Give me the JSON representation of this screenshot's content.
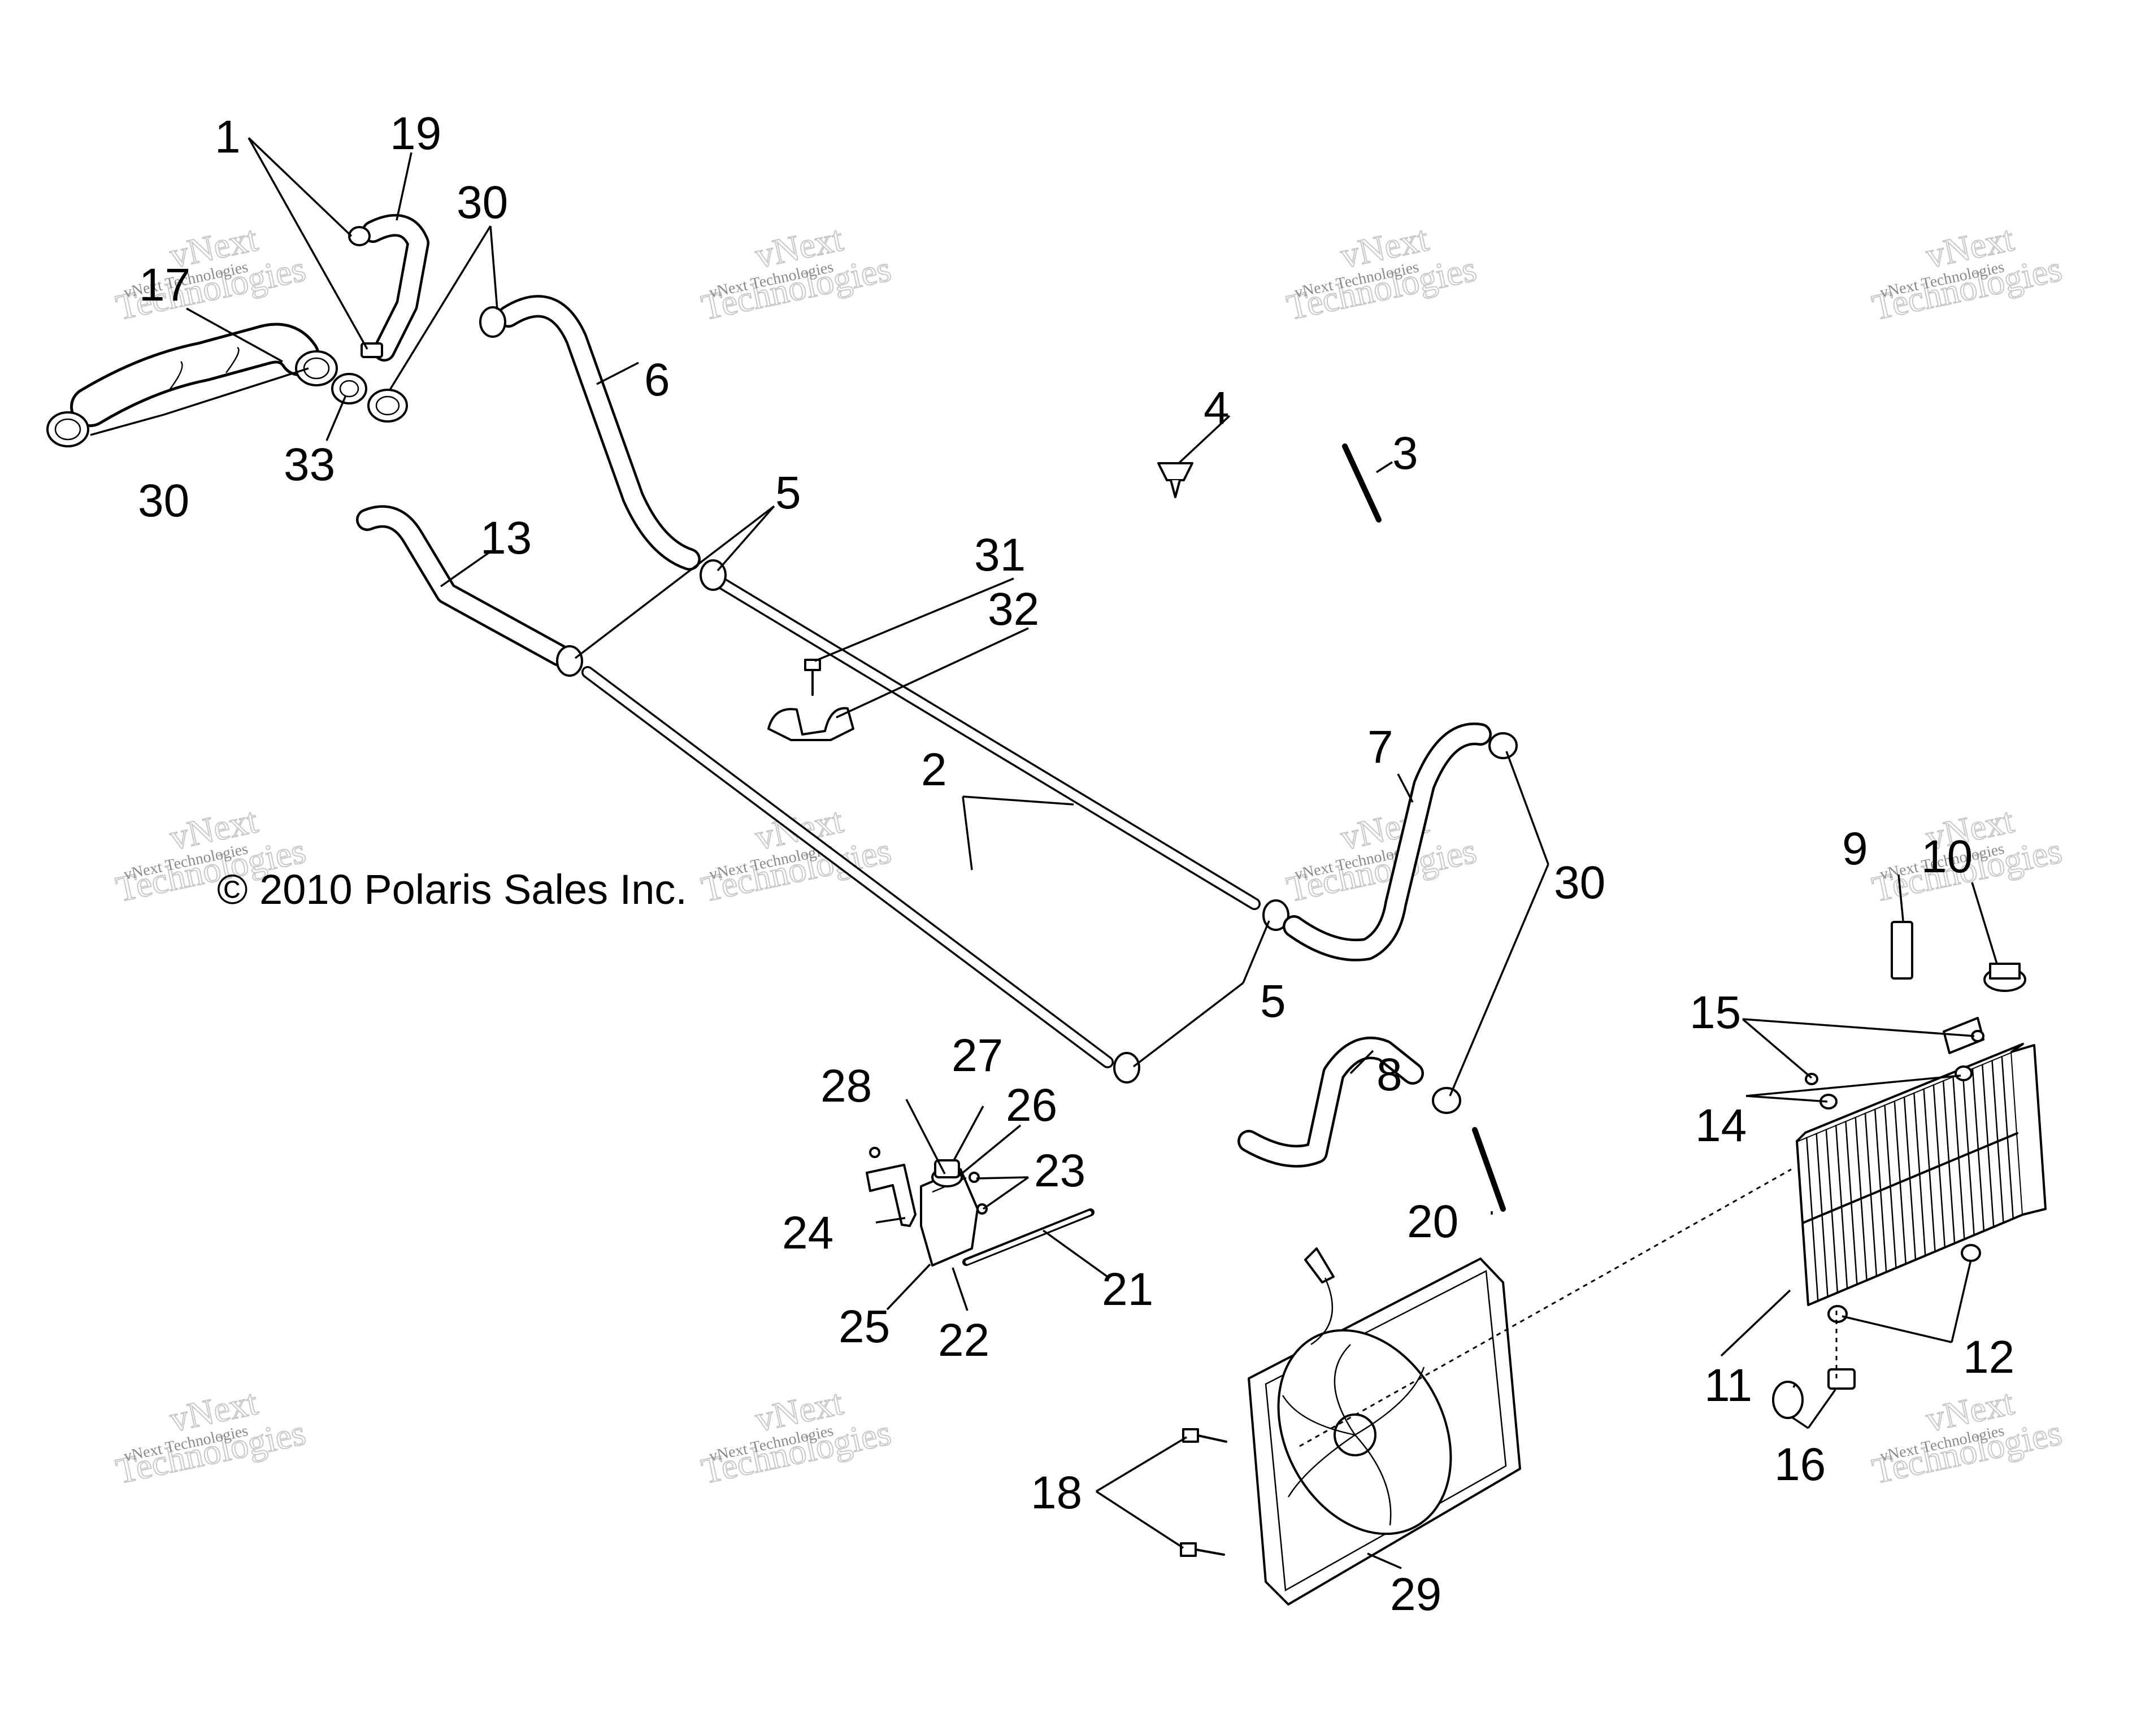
{
  "copyright": "© 2010 Polaris Sales Inc.",
  "watermark": {
    "line1": "vNext",
    "line2": "Technologies",
    "small": "vNext Technologies"
  },
  "callouts": [
    "1",
    "2",
    "3",
    "4",
    "5",
    "5",
    "6",
    "7",
    "8",
    "9",
    "10",
    "11",
    "12",
    "13",
    "14",
    "15",
    "16",
    "17",
    "18",
    "19",
    "20",
    "21",
    "22",
    "23",
    "24",
    "25",
    "26",
    "27",
    "28",
    "29",
    "30",
    "30",
    "30",
    "31",
    "32",
    "33"
  ],
  "icons": [
    "hose",
    "clamp",
    "pipe",
    "radiator",
    "fan-shroud",
    "coolant-reservoir",
    "radiator-cap",
    "bolt",
    "bracket",
    "push-rivet",
    "cable-tie"
  ]
}
